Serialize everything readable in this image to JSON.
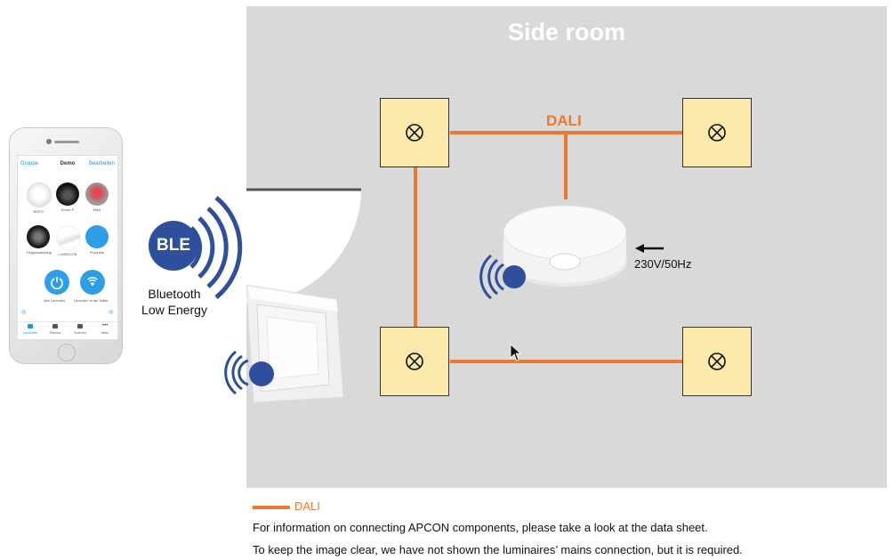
{
  "room": {
    "title": "Side room"
  },
  "diagram": {
    "bus_label": "DALI",
    "mains_label": "230V/50Hz",
    "luminaire_count": 4
  },
  "phone_app": {
    "header_left": "Gruppe",
    "header_title": "Demo",
    "header_right": "Bearbeiten",
    "tiles": [
      {
        "label": "BUFO"
      },
      {
        "label": "Dome-P"
      },
      {
        "label": "Maxi"
      },
      {
        "label": "Fingerswitching"
      },
      {
        "label": "LINSES-PB"
      },
      {
        "label": "Produkte"
      }
    ],
    "actions": [
      {
        "label": "Alle Leuchten"
      },
      {
        "label": "Leuchten in der Nähe"
      }
    ],
    "tabs": [
      {
        "label": "Leuchten",
        "active": true
      },
      {
        "label": "Räume",
        "active": false
      },
      {
        "label": "Szenen",
        "active": false
      },
      {
        "label": "Mehr",
        "active": false
      }
    ]
  },
  "ble": {
    "badge": "BLE",
    "caption_line1": "Bluetooth",
    "caption_line2": "Low Energy"
  },
  "legend": {
    "label": "DALI",
    "color": "#e97a2e"
  },
  "notes": [
    "For information on connecting APCON components, please take a look at the data sheet.",
    "To keep the image clear, we have not shown the luminaires’ mains connection, but it is required."
  ],
  "colors": {
    "room_bg": "#d9d9d9",
    "luminaire_fill": "#fbeaab",
    "dali_wire": "#e97a2e",
    "ble_blue": "#2e4f9c"
  }
}
